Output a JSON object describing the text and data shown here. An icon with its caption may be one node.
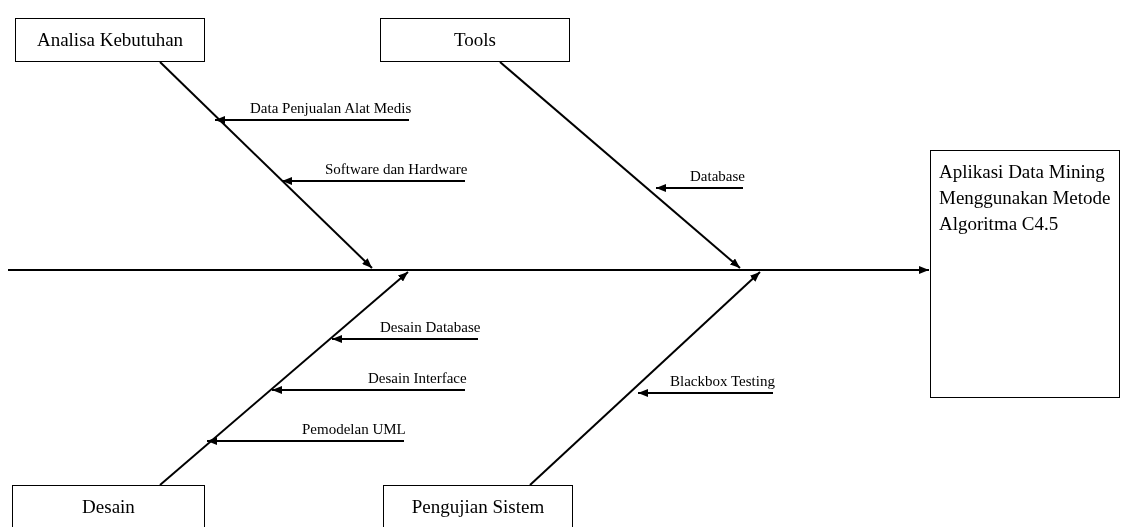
{
  "diagram": {
    "nodes": [
      {
        "text": [
          "Analisa Kebutuhan"
        ]
      },
      {
        "text": [
          "Tools"
        ]
      },
      {
        "text": [
          "Aplikasi Data Mining Menggunakan Metode Algoritma C4.5"
        ]
      },
      {
        "text": [
          "Desain"
        ]
      },
      {
        "text": [
          "Pengujian Sistem"
        ]
      },
      {
        "text": [
          "Data Penjualan Alat Medis"
        ]
      },
      {
        "text": [
          "Software dan Hardware"
        ]
      },
      {
        "text": [
          "Database"
        ]
      },
      {
        "text": [
          "Desain Database"
        ]
      },
      {
        "text": [
          "Desain Interface"
        ]
      },
      {
        "text": [
          "Pemodelan UML"
        ]
      },
      {
        "text": [
          "Blackbox Testing"
        ]
      }
    ],
    "edges": [
      {
        "from": null,
        "to": 2,
        "arrow": "to"
      },
      {
        "from": 0,
        "to": null,
        "arrow": "to"
      },
      {
        "from": 1,
        "to": null,
        "arrow": "to"
      },
      {
        "from": 3,
        "to": null,
        "arrow": "to"
      },
      {
        "from": 4,
        "to": null,
        "arrow": "to"
      },
      {
        "from": 5,
        "to": null,
        "arrow": "to"
      },
      {
        "from": 6,
        "to": null,
        "arrow": "to"
      },
      {
        "from": 7,
        "to": null,
        "arrow": "to"
      },
      {
        "from": 8,
        "to": null,
        "arrow": "to"
      },
      {
        "from": 9,
        "to": null,
        "arrow": "to"
      },
      {
        "from": 10,
        "to": null,
        "arrow": "to"
      },
      {
        "from": 11,
        "to": null,
        "arrow": "to"
      }
    ]
  }
}
